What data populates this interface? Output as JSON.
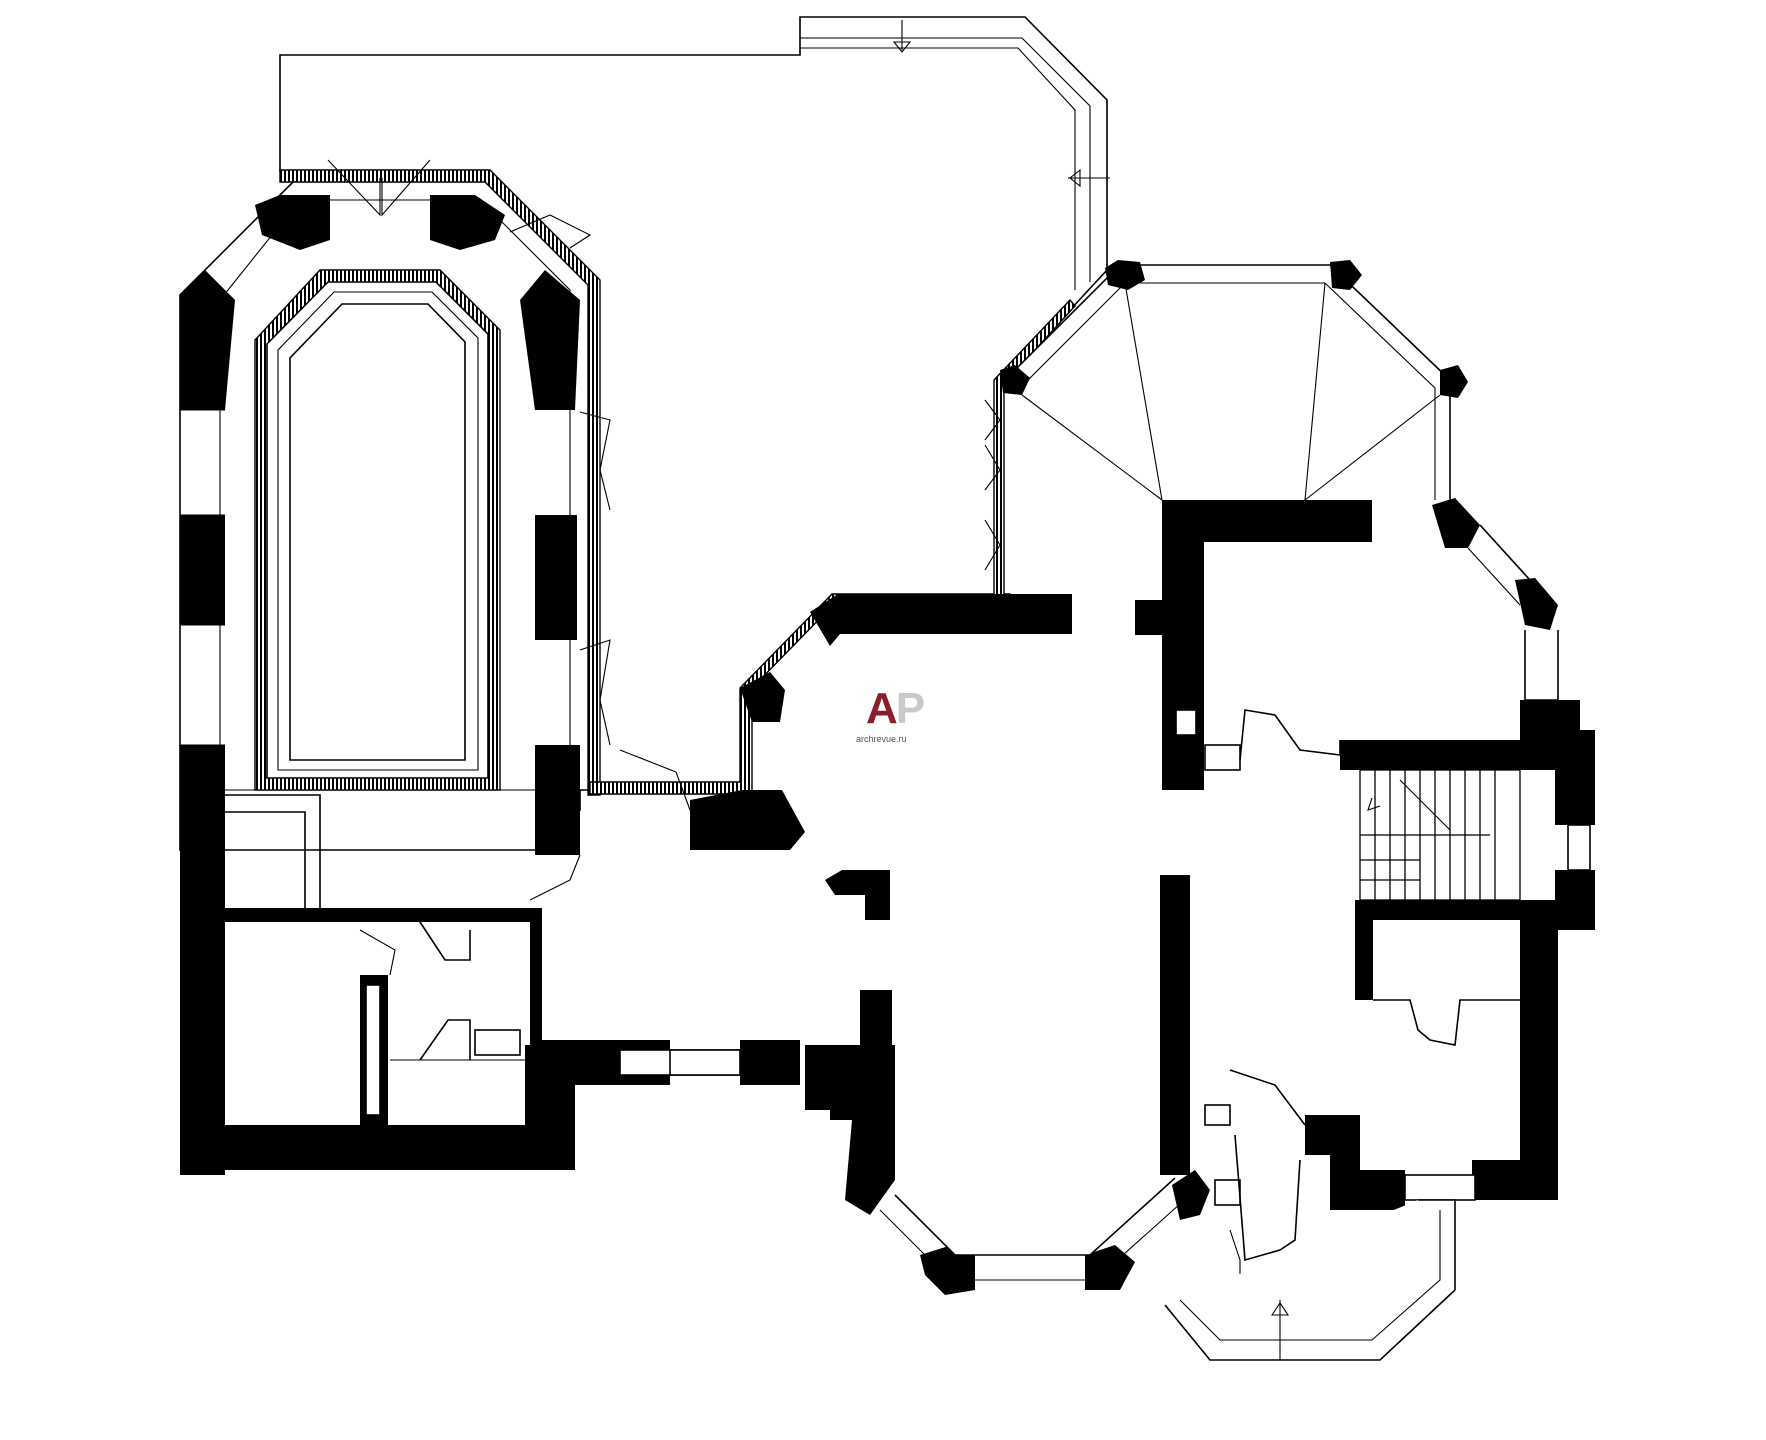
{
  "logo": {
    "letter_a": "A",
    "letter_p": "P",
    "site": "archrevue.ru",
    "color_a": "#8b1e2a",
    "color_p": "#c9c9c9"
  },
  "colors": {
    "wall": "#000000",
    "background": "#ffffff"
  }
}
